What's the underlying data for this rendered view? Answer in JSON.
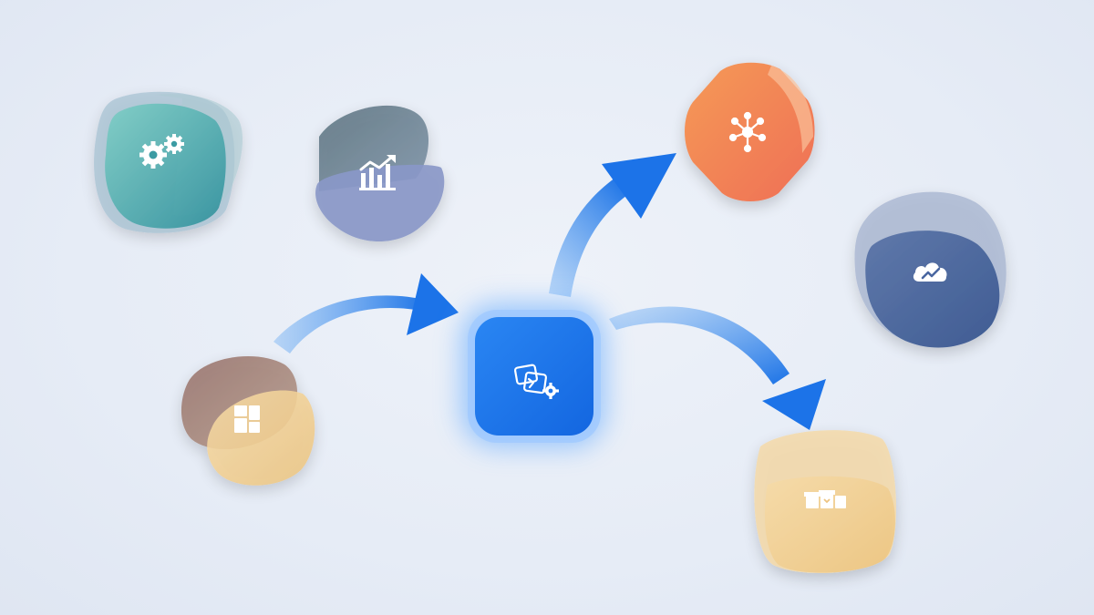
{
  "scene": {
    "background": "#e8edf6",
    "hub": {
      "name": "integration-hub",
      "icon": "settings-workflow-icon",
      "color": "#1e78f0",
      "glow": "#6fb0ff"
    },
    "nodes": [
      {
        "name": "settings-gears-node",
        "icon": "gears-icon",
        "colors": [
          "#3aa3a0",
          "#7fc9c3",
          "#a9c6d2"
        ]
      },
      {
        "name": "analytics-chart-node",
        "icon": "bar-chart-trend-icon",
        "colors": [
          "#65788a",
          "#8b97c8"
        ]
      },
      {
        "name": "apps-grid-node",
        "icon": "grid-icon",
        "colors": [
          "#8f6f6a",
          "#f1cf8f"
        ]
      },
      {
        "name": "network-node",
        "icon": "network-nodes-icon",
        "colors": [
          "#ef7b4f",
          "#f7b27a"
        ]
      },
      {
        "name": "cloud-node",
        "icon": "cloud-icon",
        "colors": [
          "#4e6aa0",
          "#94a6c7"
        ]
      },
      {
        "name": "storage-boxes-node",
        "icon": "boxes-icon",
        "colors": [
          "#f1c987",
          "#f6dcb0"
        ]
      }
    ],
    "arrows": [
      {
        "name": "inbound-arrow",
        "color": "#1f7ae8"
      },
      {
        "name": "outbound-arrow-up",
        "color": "#1f7ae8"
      },
      {
        "name": "outbound-arrow-down",
        "color": "#1f7ae8"
      }
    ]
  }
}
